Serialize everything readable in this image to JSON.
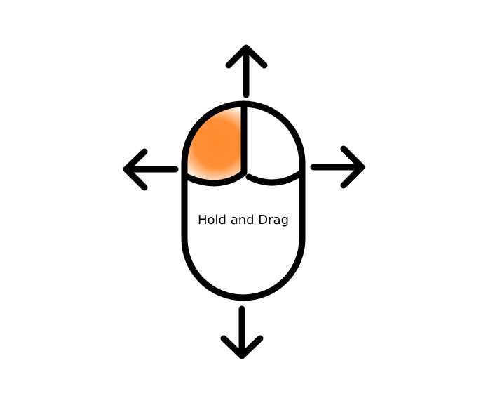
{
  "diagram": {
    "label": "Hold and Drag",
    "highlighted_part": "left-mouse-button",
    "arrow_directions": [
      "up",
      "down",
      "left",
      "right"
    ]
  },
  "colors": {
    "stroke": "#000000",
    "highlight": "#ff8a2e",
    "background": "#ffffff"
  }
}
